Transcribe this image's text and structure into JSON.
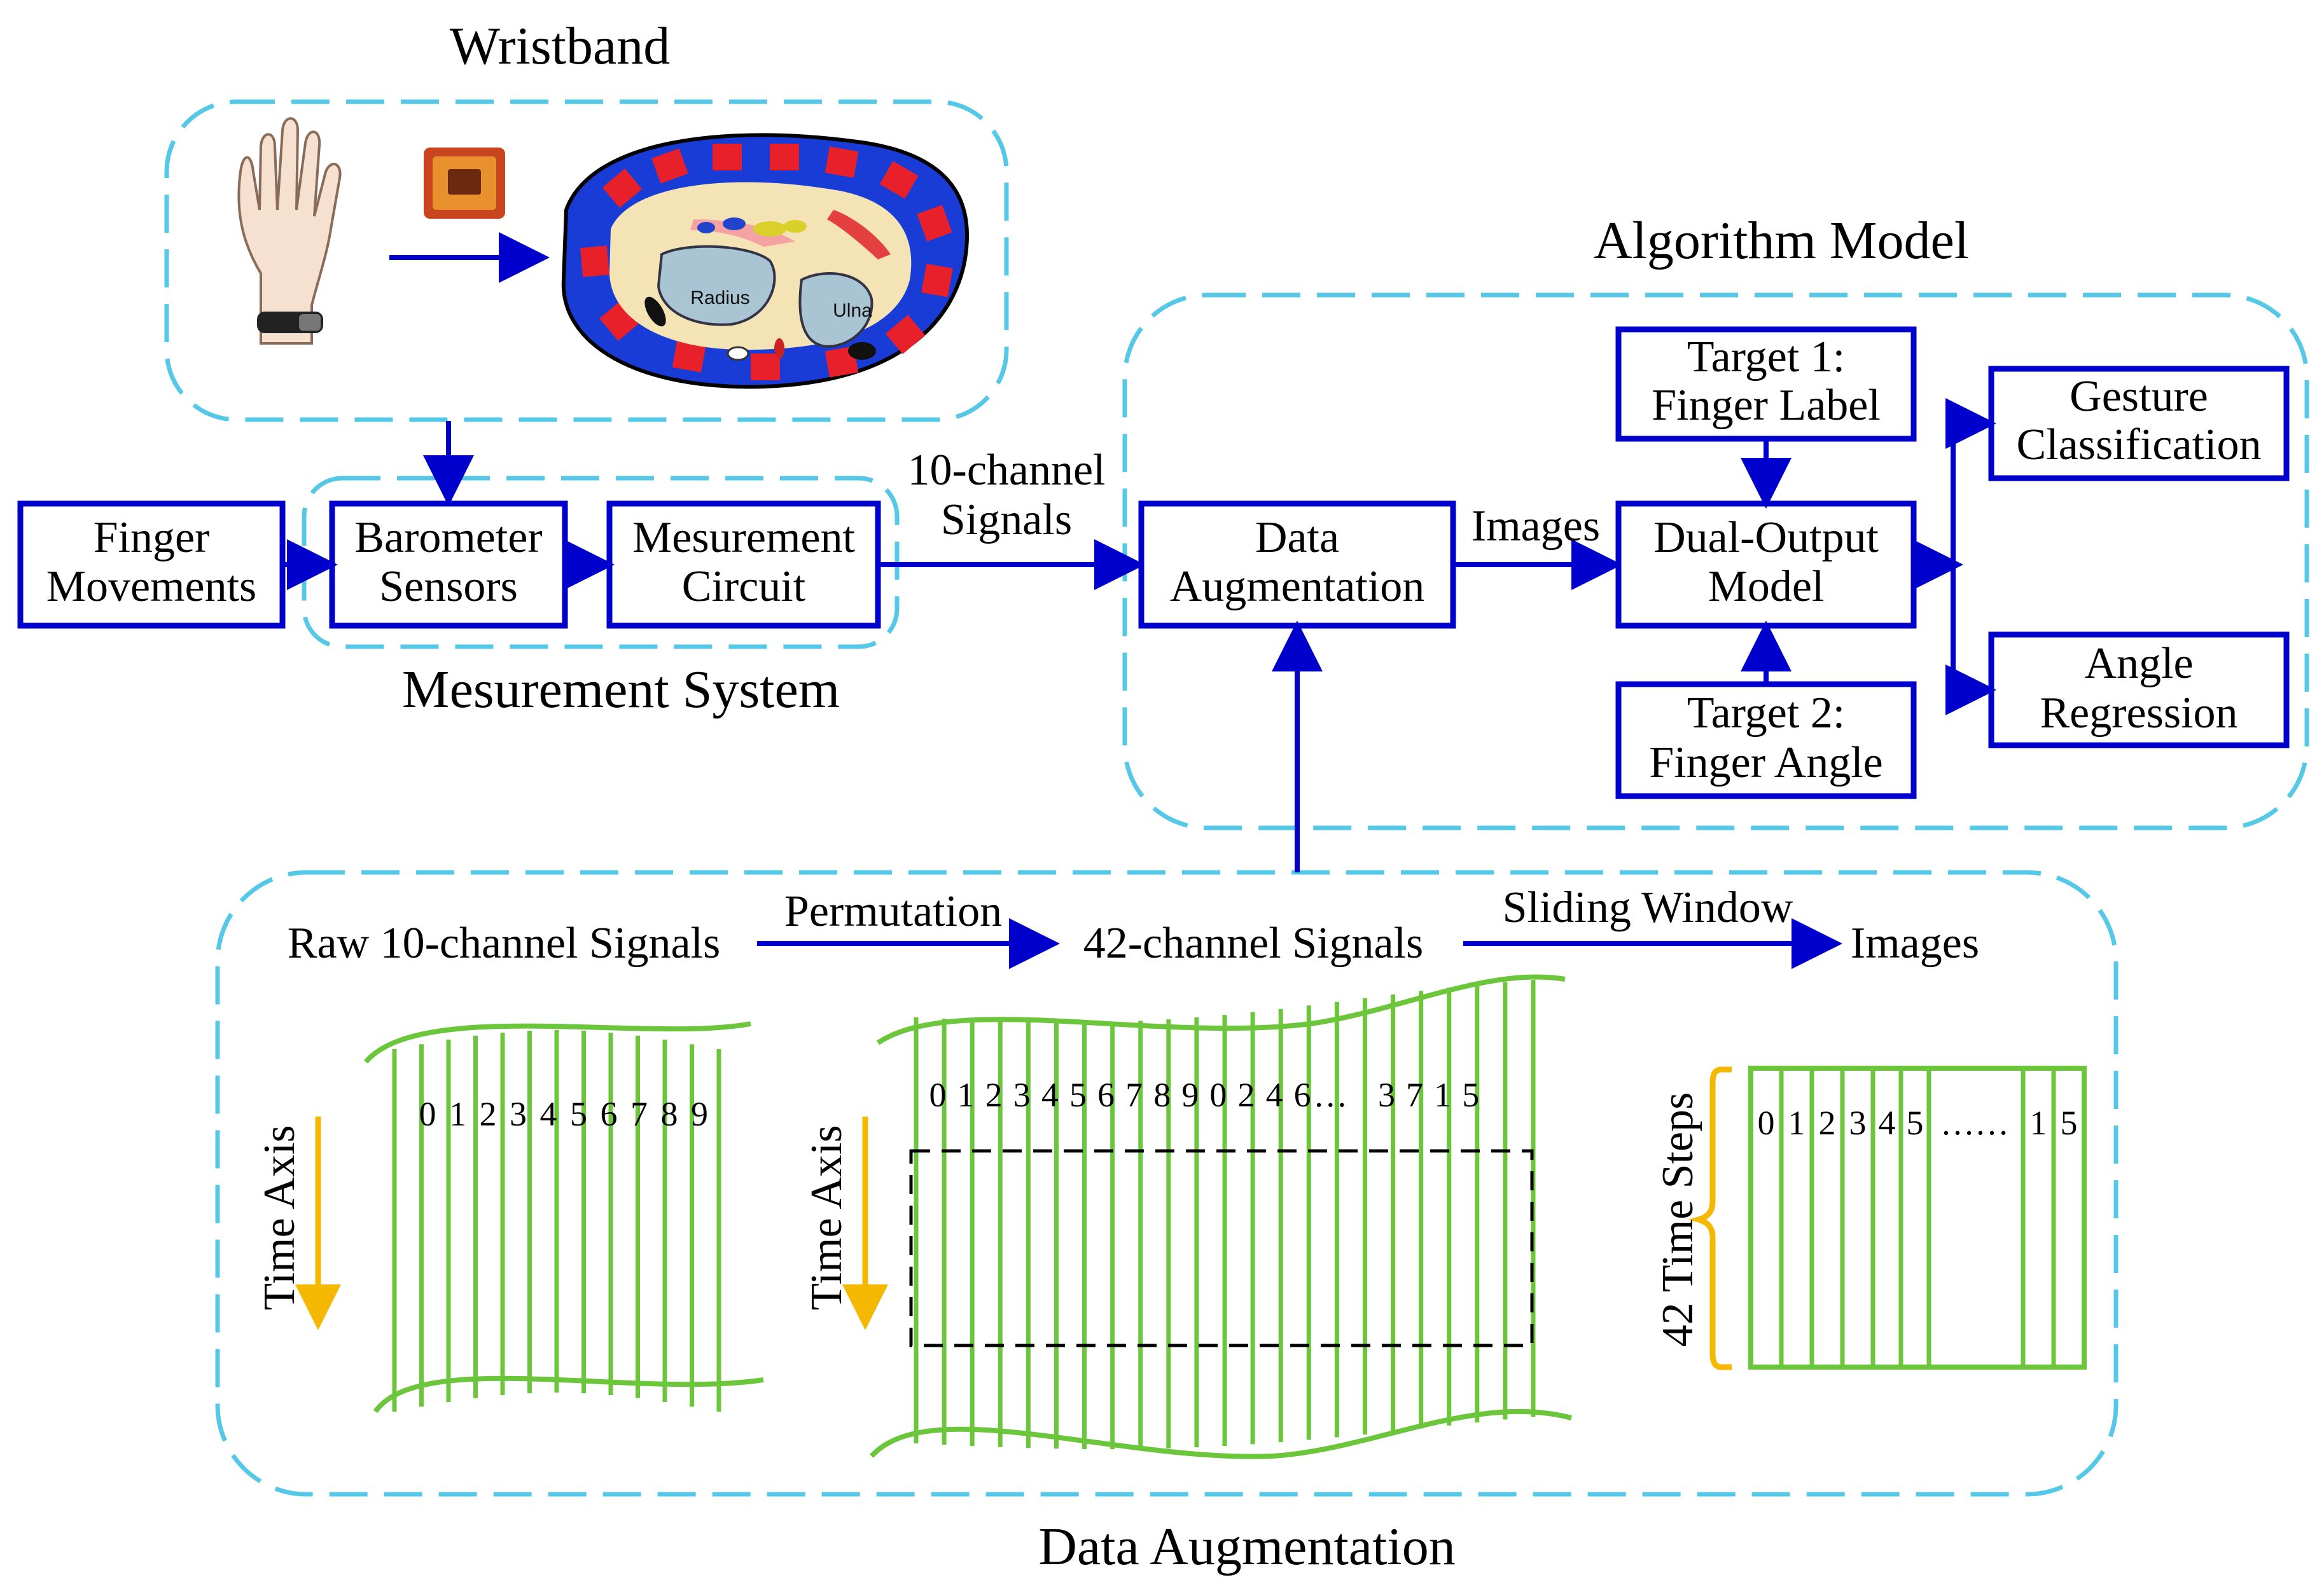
{
  "titles": {
    "wristband": "Wristband",
    "algorithm_model": "Algorithm Model",
    "measurement_system": "Mesurement System",
    "data_augmentation": "Data Augmentation"
  },
  "nodes": {
    "finger_movements": [
      "Finger",
      "Movements"
    ],
    "barometer_sensors": [
      "Barometer",
      "Sensors"
    ],
    "measurement_circuit": [
      "Mesurement",
      "Circuit"
    ],
    "data_augmentation": [
      "Data",
      "Augmentation"
    ],
    "dual_output_model": [
      "Dual-Output",
      "Model"
    ],
    "target1": [
      "Target 1:",
      "Finger Label"
    ],
    "target2": [
      "Target 2:",
      "Finger Angle"
    ],
    "gesture_classification": [
      "Gesture",
      "Classification"
    ],
    "angle_regression": [
      "Angle",
      "Regression"
    ]
  },
  "edge_labels": {
    "ten_channel_signals": [
      "10-channel",
      "Signals"
    ],
    "images": "Images"
  },
  "augmentation": {
    "raw_signals": "Raw 10-channel Signals",
    "permutation": "Permutation",
    "channel42_signals": "42-channel Signals",
    "sliding_window": "Sliding Window",
    "images": "Images",
    "time_axis": "Time Axis",
    "time_steps": "42 Time Steps",
    "raw_channels": [
      "0",
      "1",
      "2",
      "3",
      "4",
      "5",
      "6",
      "7",
      "8",
      "9"
    ],
    "permuted_channels": [
      "0",
      "1",
      "2",
      "3",
      "4",
      "5",
      "6",
      "7",
      "8",
      "9",
      "0",
      "2",
      "4",
      "6",
      "…",
      "",
      "3",
      "7",
      "1",
      "5"
    ],
    "image_channels": [
      "0",
      "1",
      "2",
      "3",
      "4",
      "5",
      "……",
      "1",
      "5"
    ]
  },
  "wristband_cross_section": {
    "radius_label": "Radius",
    "ulna_label": "Ulna"
  },
  "colors": {
    "box_stroke": "#0000cc",
    "arrow": "#0000cc",
    "dashed_group": "#55c8e8",
    "signal_lines": "#6cc63c",
    "time_axis": "#f5b800",
    "wristband_outer": "#1a3cd6",
    "wristband_pads": "#e8202a"
  }
}
